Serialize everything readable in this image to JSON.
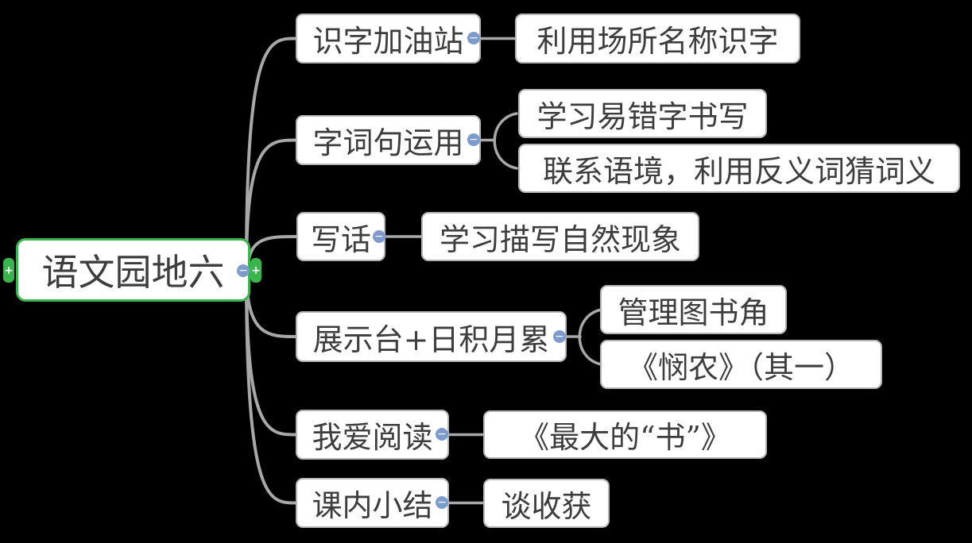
{
  "canvas": {
    "background": "#000000"
  },
  "palette": {
    "root_border": "#3ab54e",
    "box_border": "#b5b5b5",
    "box_fill": "#ffffff",
    "text_color": "#3d3d3d",
    "line_color": "#a8a8a8",
    "collapse_button_color": "#7d9ccb",
    "expand_tab_color": "#3ab54e"
  },
  "icons": {
    "collapse": "−",
    "expand": "+"
  },
  "mindmap": {
    "root": {
      "label": "语文园地六"
    },
    "branches": [
      {
        "label": "识字加油站",
        "children": [
          {
            "label": "利用场所名称识字"
          }
        ]
      },
      {
        "label": "字词句运用",
        "children": [
          {
            "label": "学习易错字书写"
          },
          {
            "label": "联系语境，利用反义词猜词义"
          }
        ]
      },
      {
        "label": "写话",
        "children": [
          {
            "label": "学习描写自然现象"
          }
        ]
      },
      {
        "label": "展示台+日积月累",
        "children": [
          {
            "label": "管理图书角"
          },
          {
            "label": "《悯农》（其一）"
          }
        ]
      },
      {
        "label": "我爱阅读",
        "children": [
          {
            "label": "《最大的“书”》"
          }
        ]
      },
      {
        "label": "课内小结",
        "children": [
          {
            "label": "谈收获"
          }
        ]
      }
    ]
  }
}
